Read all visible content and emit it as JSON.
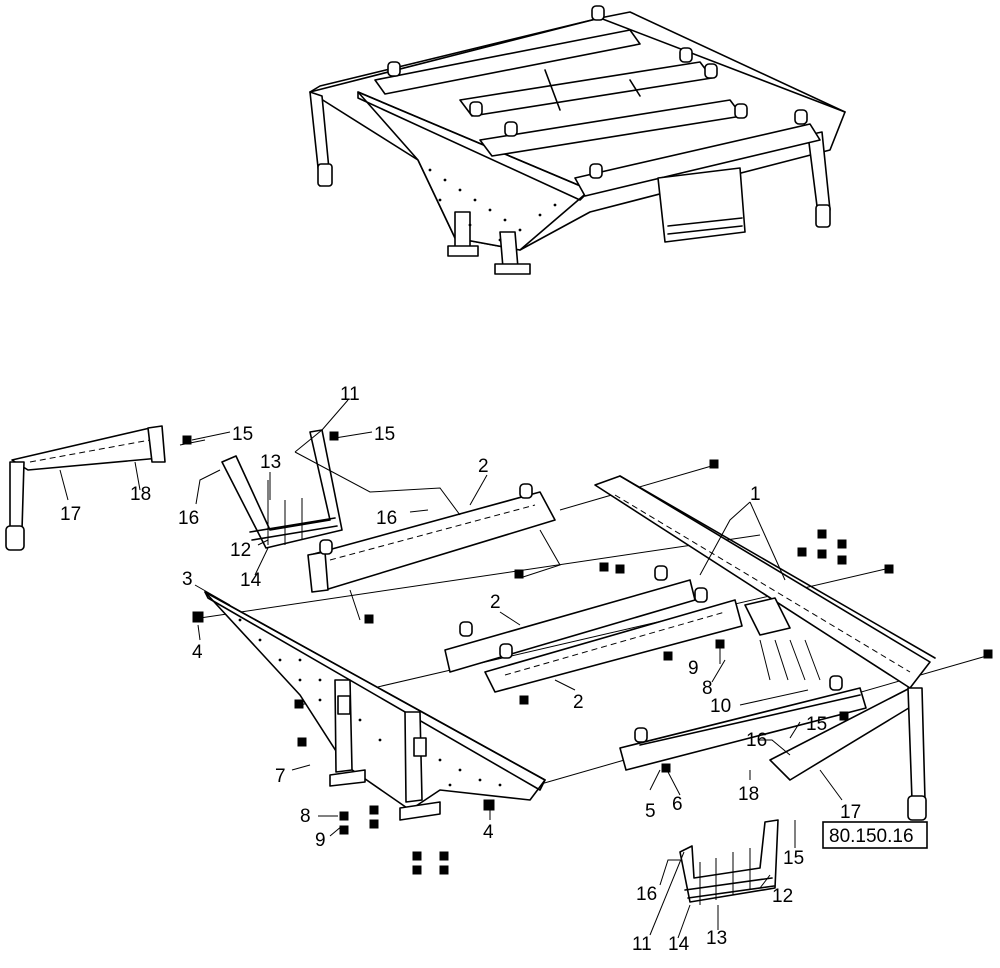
{
  "diagram": {
    "callouts": {
      "c1": "1",
      "c2a": "2",
      "c2b": "2",
      "c2c": "2",
      "c3": "3",
      "c4a": "4",
      "c4b": "4",
      "c5": "5",
      "c6": "6",
      "c7": "7",
      "c8a": "8",
      "c8b": "8",
      "c9a": "9",
      "c9b": "9",
      "c10": "10",
      "c11a": "11",
      "c11b": "11",
      "c12a": "12",
      "c12b": "12",
      "c13a": "13",
      "c13b": "13",
      "c14a": "14",
      "c14b": "14",
      "c15a": "15",
      "c15b": "15",
      "c15c": "15",
      "c15d": "15",
      "c16a": "16",
      "c16b": "16",
      "c16c": "16",
      "c16d": "16",
      "c17a": "17",
      "c17b": "17",
      "c18a": "18",
      "c18b": "18"
    },
    "reference": "80.150.16"
  }
}
